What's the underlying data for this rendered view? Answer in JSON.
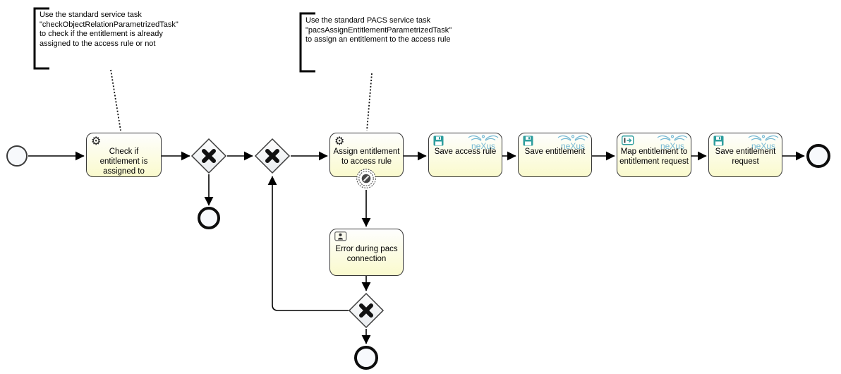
{
  "annotations": [
    {
      "text": "Use the standard service task\n\"checkObjectRelationParametrizedTask\"\nto check if the entitlement is already\nassigned to the access rule or not"
    },
    {
      "text": "Use the standard PACS service task\n\"pacsAssignEntitlementParametrizedTask\"\nto assign an entitlement to the access rule"
    }
  ],
  "tasks": {
    "check_entitlement": {
      "label": "Check if entitlement is assigned to",
      "icon": "gear"
    },
    "assign_entitlement": {
      "label": "Assign entitlement to access rule",
      "icon": "gear"
    },
    "save_access_rule": {
      "label": "Save access rule",
      "icon": "floppy-disk",
      "logo": "neXus"
    },
    "save_entitlement": {
      "label": "Save entitlement",
      "icon": "floppy-disk",
      "logo": "neXus"
    },
    "map_entitlement": {
      "label": "Map entitlement to entitlement request",
      "icon": "input-map",
      "logo": "neXus"
    },
    "save_entitlement_request": {
      "label": "Save entitlement request",
      "icon": "floppy-disk",
      "logo": "neXus"
    },
    "error_pacs": {
      "label": "Error during pacs connection",
      "icon": "user"
    }
  },
  "logo_text": "neXus",
  "glyphs": {
    "gear": "⚙"
  },
  "colors": {
    "teal_icon": "#2e9e9e",
    "logo_blue": "#74b8d4",
    "task_fill_top": "#fefefe",
    "task_fill_bottom": "#fafacd",
    "line": "#000000"
  }
}
